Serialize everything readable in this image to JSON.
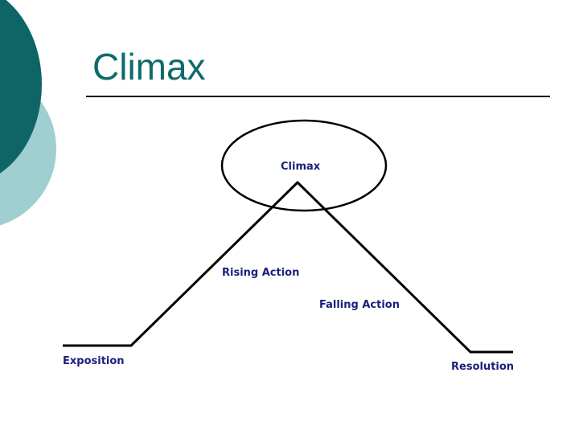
{
  "slide": {
    "title": "Climax"
  },
  "diagram": {
    "labels": {
      "climax": "Climax",
      "rising_action": "Rising Action",
      "falling_action": "Falling Action",
      "exposition": "Exposition",
      "resolution": "Resolution"
    }
  },
  "colors": {
    "title": "#0f6b6b",
    "label": "#1a1f7a",
    "decor_dark": "#0e6565",
    "decor_light": "#9fcfd1"
  }
}
